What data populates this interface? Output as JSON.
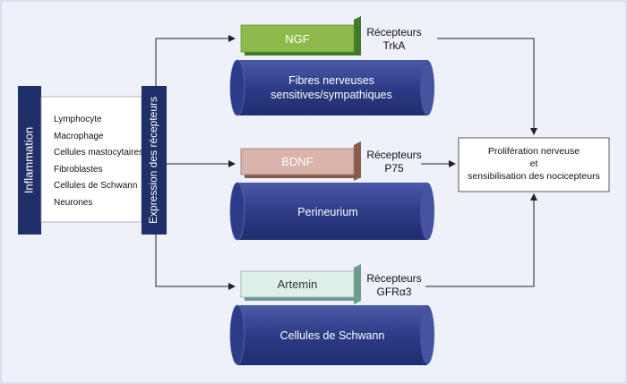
{
  "left_bar": {
    "label": "Inflammation"
  },
  "cell_list": [
    "Lymphocyte",
    "Macrophage",
    "Cellules mastocytaires",
    "Fibroblastes",
    "Cellules de Schwann",
    "Neurones"
  ],
  "receptor_bar": {
    "label": "Expression des récepteurs"
  },
  "rows": [
    {
      "factor": "NGF",
      "receptor_line1": "Récepteurs",
      "receptor_line2": "TrkA",
      "cylinder_line1": "Fibres nerveuses",
      "cylinder_line2": "sensitives/sympathiques",
      "factor_color": "#8dba4b",
      "factor_text_color": "#ffffff",
      "shadow_color": "#3f7a2a"
    },
    {
      "factor": "BDNF",
      "receptor_line1": "Récepteurs",
      "receptor_line2": "P75",
      "cylinder_line1": "Perineurium",
      "cylinder_line2": "",
      "factor_color": "#d8b4ac",
      "factor_text_color": "#ffffff",
      "shadow_color": "#8a5a4c"
    },
    {
      "factor": "Artemin",
      "receptor_line1": "Récepteurs",
      "receptor_line2": "GFRα3",
      "cylinder_line1": "Cellules de Schwann",
      "cylinder_line2": "",
      "factor_color": "#dfefe9",
      "factor_text_color": "#333333",
      "shadow_color": "#6f9a8c"
    }
  ],
  "outcome": {
    "line1": "Prolifération nerveuse",
    "line2": "et",
    "line3": "sensibilisation des nocicepteurs"
  },
  "colors": {
    "navy": "#1f2f67",
    "cylinder": "#2c3c86",
    "cylinder_light": "#4a5aa6",
    "background": "#eef0fa"
  }
}
